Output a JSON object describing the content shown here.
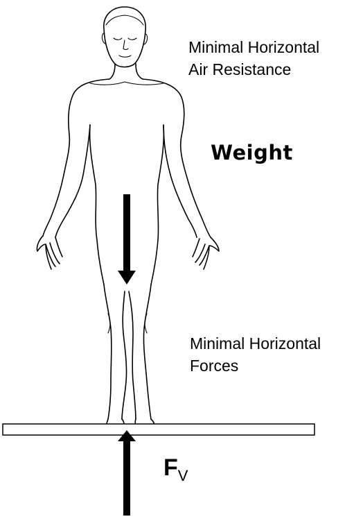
{
  "labels": {
    "air_resistance_line1": "Minimal Horizontal",
    "air_resistance_line2": "Air Resistance",
    "weight": "Weight",
    "horizontal_forces_line1": "Minimal Horizontal",
    "horizontal_forces_line2": "Forces",
    "vertical_force_main": "F",
    "vertical_force_sub": "V"
  },
  "colors": {
    "ink": "#000000",
    "background": "#ffffff"
  },
  "icons": {
    "weight_arrow": "arrow-down",
    "ground_reaction_arrow": "arrow-up"
  }
}
